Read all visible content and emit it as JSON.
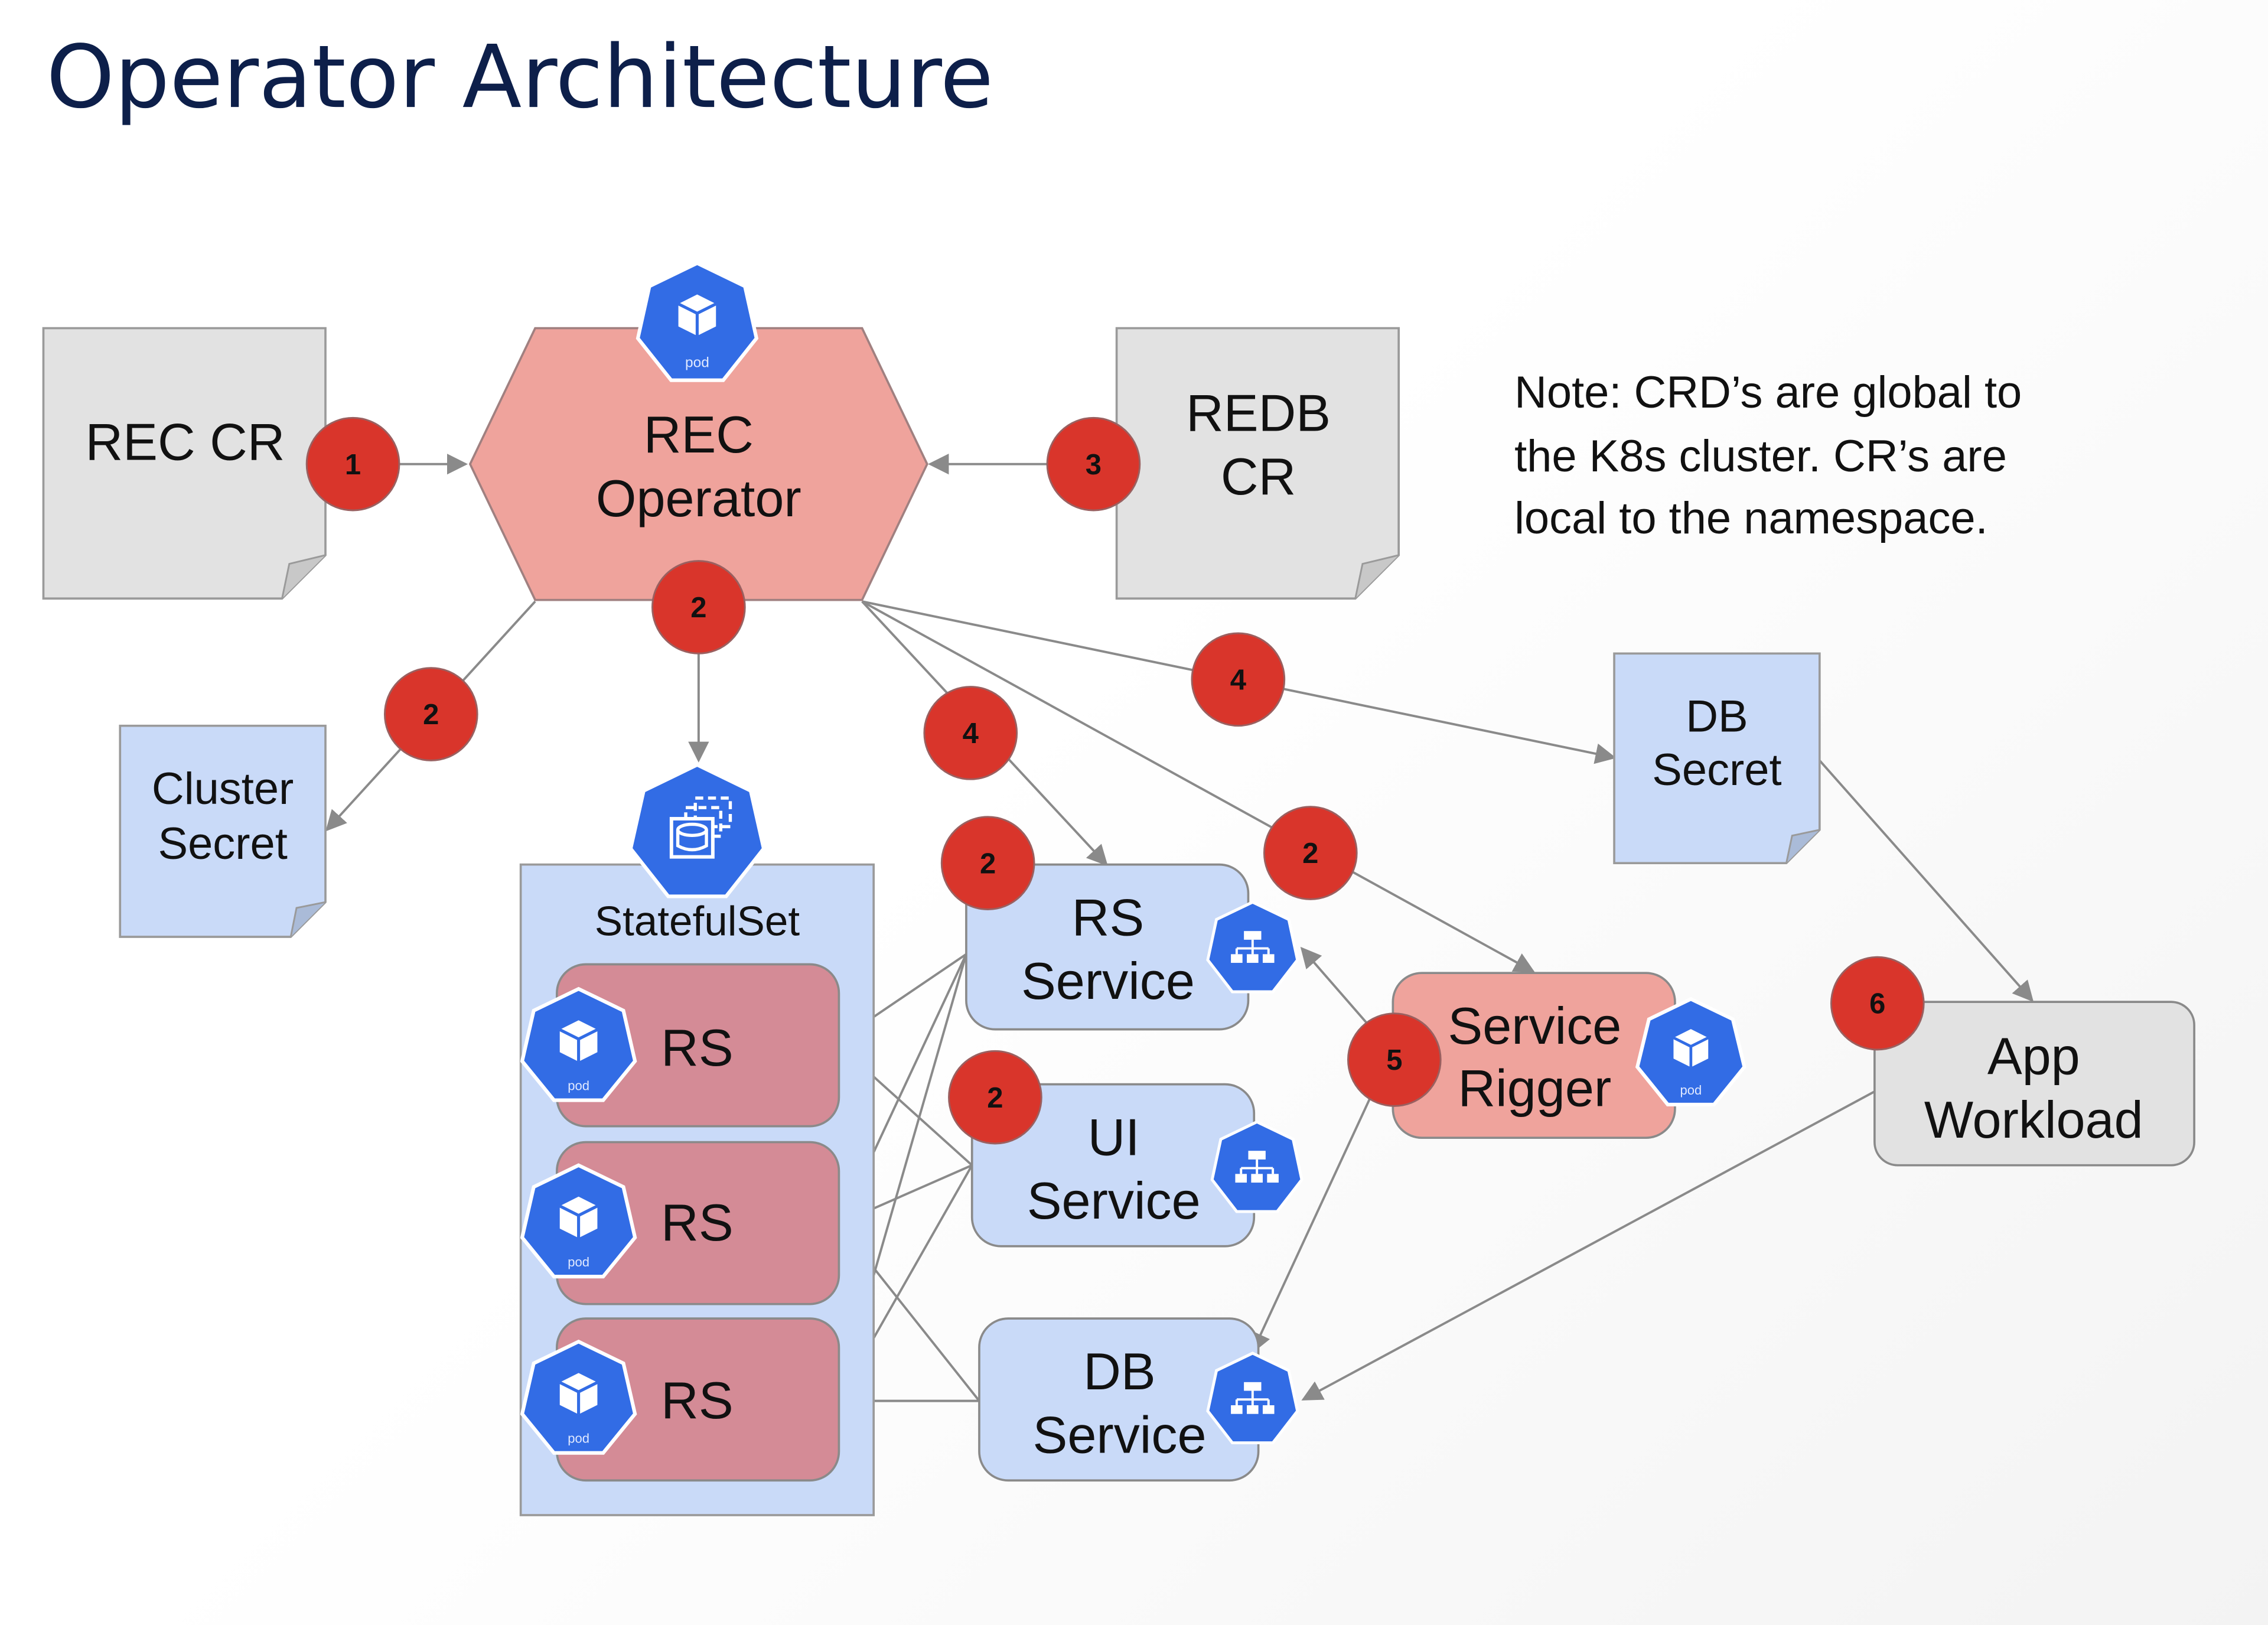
{
  "title": "Operator Architecture",
  "note": [
    "Note: CRD’s are global to",
    "the K8s cluster. CR’s are",
    "local to the namespace."
  ],
  "colors": {
    "title": "#0d1f4a",
    "cr_doc_fill": "#e2e2e2",
    "secret_fill": "#c9daf8",
    "operator_fill": "#efa39c",
    "rs_fill": "#d48b96",
    "service_fill": "#c9daf8",
    "statefulset_fill": "#c9daf8",
    "badge_fill": "#d9352b",
    "k8s_icon_blue": "#326ce5",
    "app_fill": "#e2e2e2",
    "edge": "#8a8a8a"
  },
  "nodes": {
    "rec_cr": {
      "label": [
        "REC CR"
      ]
    },
    "rec_operator": {
      "label": [
        "REC",
        "Operator"
      ],
      "icon": "pod-icon",
      "icon_text": "pod"
    },
    "redb_cr": {
      "label": [
        "REDB",
        "CR"
      ]
    },
    "cluster_secret": {
      "label": [
        "Cluster",
        "Secret"
      ]
    },
    "db_secret": {
      "label": [
        "DB",
        "Secret"
      ]
    },
    "statefulset": {
      "label": "StatefulSet",
      "icon": "statefulset-icon"
    },
    "rs_pods": [
      {
        "label": "RS",
        "icon": "pod-icon"
      },
      {
        "label": "RS",
        "icon": "pod-icon"
      },
      {
        "label": "RS",
        "icon": "pod-icon"
      }
    ],
    "rs_service": {
      "label": [
        "RS",
        "Service"
      ],
      "icon": "service-icon"
    },
    "ui_service": {
      "label": [
        "UI",
        "Service"
      ],
      "icon": "service-icon"
    },
    "db_service": {
      "label": [
        "DB",
        "Service"
      ],
      "icon": "service-icon"
    },
    "service_rigger": {
      "label": [
        "Service",
        "Rigger"
      ],
      "icon": "pod-icon"
    },
    "app_workload": {
      "label": [
        "App",
        "Workload"
      ]
    }
  },
  "badges": [
    {
      "id": "b1",
      "text": "1"
    },
    {
      "id": "b3",
      "text": "3"
    },
    {
      "id": "b2-operator",
      "text": "2"
    },
    {
      "id": "b2-cluster-secret",
      "text": "2"
    },
    {
      "id": "b4-rs-service",
      "text": "4"
    },
    {
      "id": "b4-db-secret",
      "text": "4"
    },
    {
      "id": "b2-rs-service",
      "text": "2"
    },
    {
      "id": "b2-rigger",
      "text": "2"
    },
    {
      "id": "b2-ui-service",
      "text": "2"
    },
    {
      "id": "b5",
      "text": "5"
    },
    {
      "id": "b6",
      "text": "6"
    }
  ],
  "edges": [
    {
      "from": "REC CR",
      "to": "REC Operator"
    },
    {
      "from": "REDB CR",
      "to": "REC Operator"
    },
    {
      "from": "REC Operator",
      "to": "Cluster Secret"
    },
    {
      "from": "REC Operator",
      "to": "StatefulSet"
    },
    {
      "from": "REC Operator",
      "to": "RS Service"
    },
    {
      "from": "REC Operator",
      "to": "DB Secret"
    },
    {
      "from": "REC Operator",
      "to": "Service Rigger"
    },
    {
      "from": "RS Service",
      "to": "RS"
    },
    {
      "from": "UI Service",
      "to": "RS"
    },
    {
      "from": "DB Service",
      "to": "RS"
    },
    {
      "from": "Service Rigger",
      "to": "RS Service"
    },
    {
      "from": "Service Rigger",
      "to": "DB Service"
    },
    {
      "from": "DB Secret",
      "to": "App Workload"
    },
    {
      "from": "App Workload",
      "to": "DB Service"
    }
  ]
}
